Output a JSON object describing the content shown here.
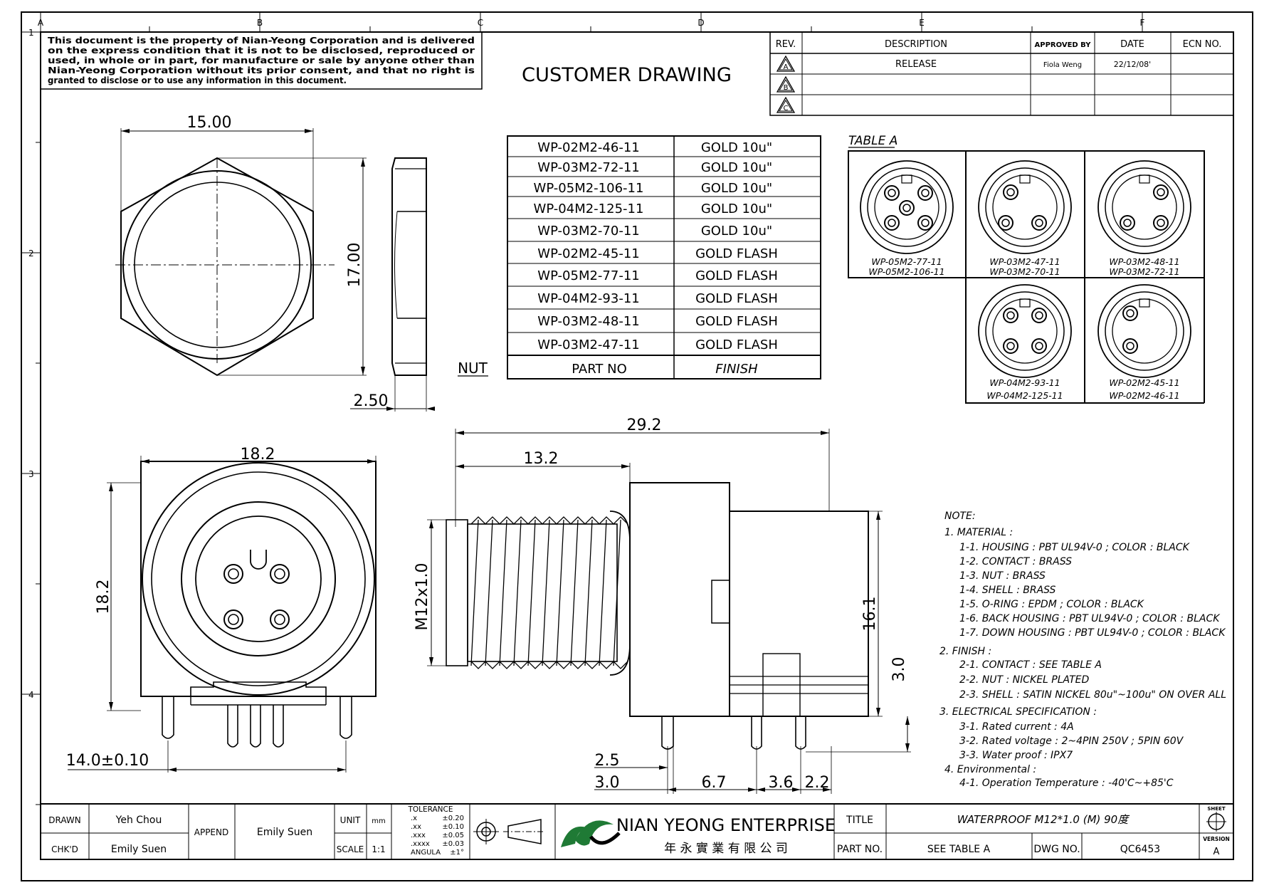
{
  "grid": {
    "cols": [
      "A",
      "B",
      "C",
      "D",
      "E",
      "F"
    ],
    "rows": [
      "1",
      "2",
      "3",
      "4"
    ]
  },
  "notice": [
    "This document is the property of Nian-Yeong Corporation and is delivered",
    "on the express condition that it is not to be disclosed, reproduced or",
    "used, in whole or in part, for manufacture or sale by anyone other than",
    "Nian-Yeong Corporation without its prior consent, and that no right is",
    "granted to disclose or to use any information in this document."
  ],
  "drawing_title": "CUSTOMER DRAWING",
  "revision_table": {
    "headers": [
      "REV.",
      "DESCRIPTION",
      "APPROVED BY",
      "DATE",
      "ECN NO."
    ],
    "rows": [
      {
        "rev": "A",
        "description": "RELEASE",
        "approved_by": "Fiola Weng",
        "date": "22/12/08'",
        "ecn": ""
      },
      {
        "rev": "B",
        "description": "",
        "approved_by": "",
        "date": "",
        "ecn": ""
      },
      {
        "rev": "C",
        "description": "",
        "approved_by": "",
        "date": "",
        "ecn": ""
      }
    ]
  },
  "parts_table": {
    "rows": [
      {
        "part": "WP-02M2-46-11",
        "finish": "GOLD 10u\""
      },
      {
        "part": "WP-03M2-72-11",
        "finish": "GOLD 10u\""
      },
      {
        "part": "WP-05M2-106-11",
        "finish": "GOLD 10u\""
      },
      {
        "part": "WP-04M2-125-11",
        "finish": "GOLD 10u\""
      },
      {
        "part": "WP-03M2-70-11",
        "finish": "GOLD 10u\""
      },
      {
        "part": "WP-02M2-45-11",
        "finish": "GOLD FLASH"
      },
      {
        "part": "WP-05M2-77-11",
        "finish": "GOLD FLASH"
      },
      {
        "part": "WP-04M2-93-11",
        "finish": "GOLD FLASH"
      },
      {
        "part": "WP-03M2-48-11",
        "finish": "GOLD FLASH"
      },
      {
        "part": "WP-03M2-47-11",
        "finish": "GOLD FLASH"
      }
    ],
    "footer_part": "PART NO",
    "footer_finish": "FINISH"
  },
  "nut_label": "NUT",
  "table_a": {
    "title": "TABLE A",
    "cells": [
      {
        "pins": 5,
        "line1": "WP-05M2-77-11",
        "line2": "WP-05M2-106-11"
      },
      {
        "pins": 3,
        "line1": "WP-03M2-47-11",
        "line2": "WP-03M2-70-11"
      },
      {
        "pins": 3,
        "line1": "WP-03M2-48-11",
        "line2": "WP-03M2-72-11"
      },
      {
        "pins": 4,
        "line1": "WP-04M2-93-11",
        "line2": "WP-04M2-125-11"
      },
      {
        "pins": 2,
        "line1": "WP-02M2-45-11",
        "line2": "WP-02M2-46-11"
      }
    ]
  },
  "dims": {
    "nut_width": "15.00",
    "nut_height": "17.00",
    "nut_thickness": "2.50",
    "front_width": "18.2",
    "front_height": "18.2",
    "pin_span": "14.0±0.10",
    "overall_length": "29.2",
    "thread_length": "13.2",
    "thread": "M12x1.0",
    "body_height": "16.1",
    "pin_height": "3.0",
    "d_2_5": "2.5",
    "d_3_0": "3.0",
    "d_6_7": "6.7",
    "d_3_6": "3.6",
    "d_2_2": "2.2"
  },
  "notes": [
    "NOTE:",
    "1. MATERIAL :",
    "1-1. HOUSING : PBT UL94V-0 ; COLOR : BLACK",
    "1-2. CONTACT : BRASS",
    "1-3. NUT : BRASS",
    "1-4. SHELL : BRASS",
    "1-5. O-RING : EPDM ; COLOR : BLACK",
    "1-6. BACK HOUSING : PBT UL94V-0 ; COLOR : BLACK",
    "1-7. DOWN HOUSING : PBT UL94V-0 ; COLOR : BLACK",
    "2. FINISH :",
    "2-1. CONTACT : SEE TABLE A",
    "2-2. NUT : NICKEL PLATED",
    "2-3. SHELL : SATIN NICKEL 80u\"~100u\" ON OVER ALL",
    "3. ELECTRICAL SPECIFICATION :",
    "3-1. Rated current : 4A",
    "3-2. Rated voltage : 2~4PIN 250V ; 5PIN 60V",
    "3-3. Water proof : IPX7",
    "4. Environmental :",
    "4-1. Operation Temperature : -40'C~+85'C"
  ],
  "title_block": {
    "drawn_label": "DRAWN",
    "drawn_value": "Yeh Chou",
    "chkd_label": "CHK'D",
    "chkd_value": "Emily Suen",
    "append_label": "APPEND",
    "append_value": "Emily Suen",
    "unit_label": "UNIT",
    "unit_value": "mm",
    "scale_label": "SCALE",
    "scale_value": "1:1",
    "tolerance_title": "TOLERANCE",
    "tolerance_rows": [
      {
        "k": ".x",
        "v": "±0.20"
      },
      {
        "k": ".xx",
        "v": "±0.10"
      },
      {
        "k": ".xxx",
        "v": "±0.05"
      },
      {
        "k": ".xxxx",
        "v": "±0.03"
      },
      {
        "k": "ANGULA",
        "v": "±1°"
      }
    ],
    "company_name": "NIAN YEONG ENTERPRISE",
    "company_cn": "年 永 實 業 有 限 公 司",
    "title_label": "TITLE",
    "title_value": "WATERPROOF M12*1.0 (M) 90度",
    "part_no_label": "PART NO.",
    "part_no_value": "SEE TABLE A",
    "dwg_no_label": "DWG NO.",
    "dwg_no_value": "QC6453",
    "sheet_label": "SHEET",
    "version_label": "VERSION",
    "version_value": "A"
  },
  "colors": {
    "line": "#000000",
    "logo_green": "#1f7a35",
    "background": "#ffffff"
  }
}
